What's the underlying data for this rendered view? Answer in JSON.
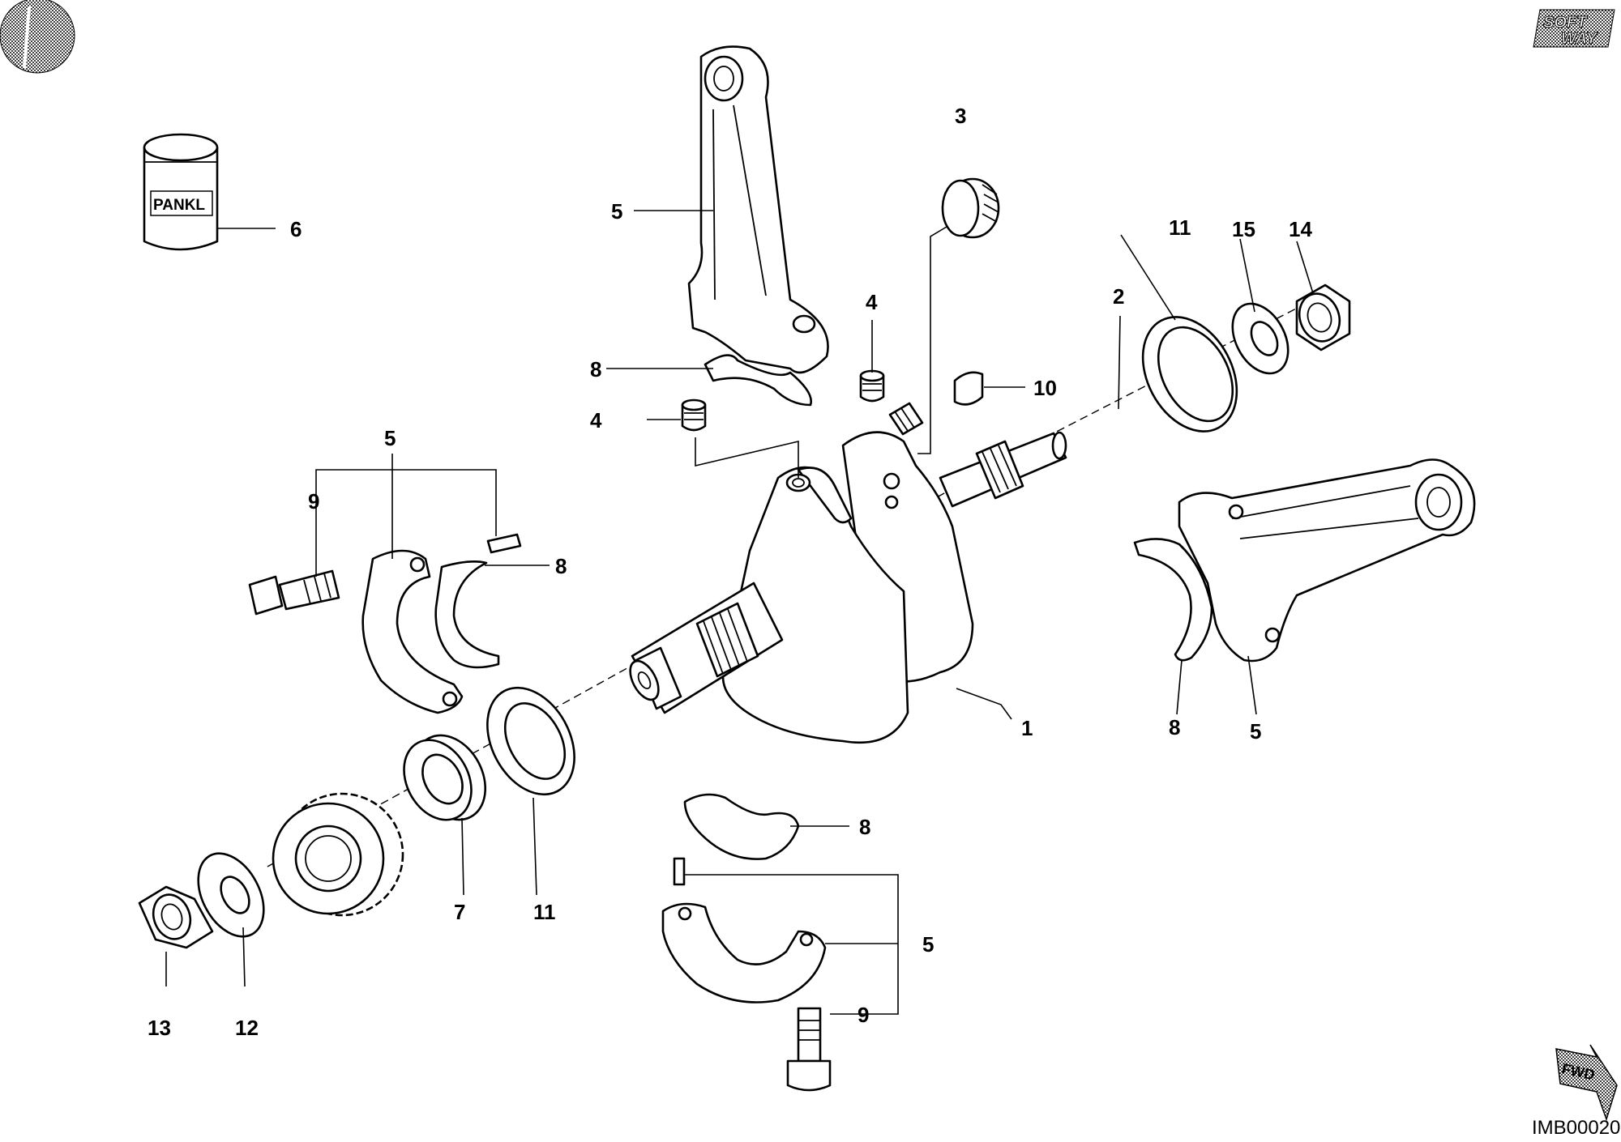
{
  "callouts": {
    "c1": "1",
    "c2": "2",
    "c3": "3",
    "c4a": "4",
    "c4b": "4",
    "c5a": "5",
    "c5b": "5",
    "c5c": "5",
    "c5d": "5",
    "c6": "6",
    "c7": "7",
    "c8a": "8",
    "c8b": "8",
    "c8c": "8",
    "c8d": "8",
    "c9a": "9",
    "c9b": "9",
    "c10": "10",
    "c11a": "11",
    "c11b": "11",
    "c12": "12",
    "c13": "13",
    "c14": "14",
    "c15": "15"
  },
  "labels": {
    "can_text": "PANKL",
    "fwd_text": "FWD",
    "image_code": "IMB00020"
  },
  "logo": {
    "line1": "SOFT",
    "line2": "WAY"
  },
  "colors": {
    "ink": "#000000",
    "paper": "#ffffff"
  }
}
